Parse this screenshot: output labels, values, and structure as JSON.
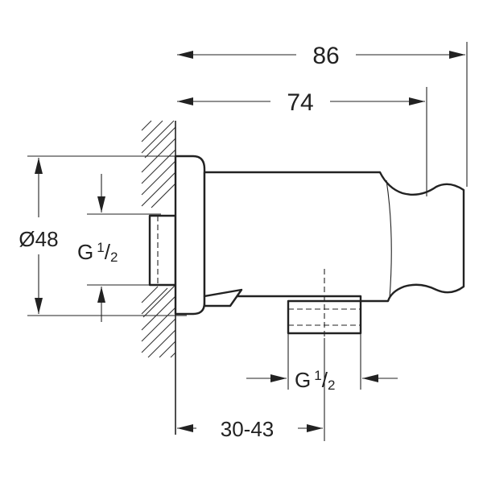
{
  "dimensions": {
    "overall_length": "86",
    "holder_length": "74",
    "flange_diameter": "Ø48",
    "wall_thread": {
      "prefix": "G",
      "numerator": "1",
      "slash": "/",
      "denominator": "2"
    },
    "outlet_thread": {
      "prefix": "G",
      "numerator": "1",
      "slash": "/",
      "denominator": "2"
    },
    "wall_offset": "30-43"
  }
}
